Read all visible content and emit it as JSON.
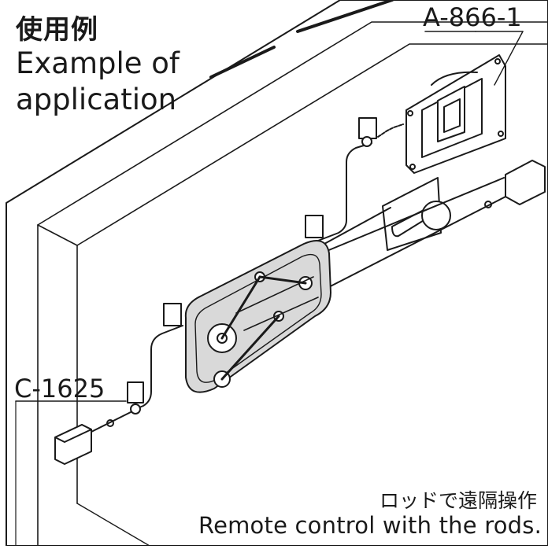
{
  "title": {
    "japanese": "使用例",
    "english_line1": "Example of",
    "english_line2": "application"
  },
  "parts": {
    "handle_code": "A-866-1",
    "catch_code": "C-1625"
  },
  "caption": {
    "japanese": "ロッドで遠隔操作",
    "english": "Remote control with the rods."
  },
  "colors": {
    "line": "#1a1a1a",
    "lock_body_fill": "#d9d9d9",
    "background": "#ffffff"
  }
}
